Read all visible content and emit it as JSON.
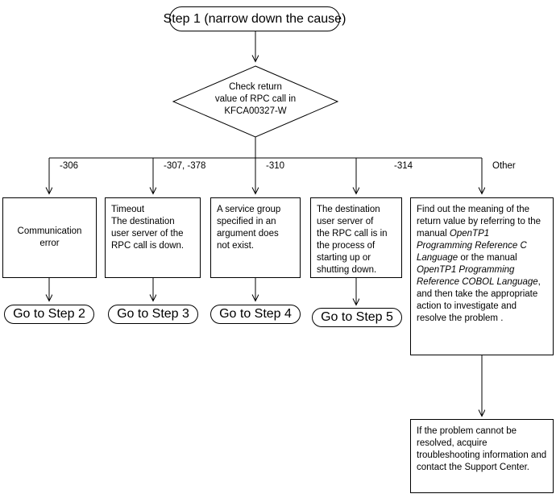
{
  "diagram": {
    "title": "Step 1 (narrow down the cause)",
    "type": "flowchart"
  },
  "start": {
    "label": "Step 1 (narrow down the cause)"
  },
  "decision": {
    "line1": "Check return",
    "line2": "value of RPC call in",
    "line3": "KFCA00327-W"
  },
  "branches": [
    {
      "label": "-306"
    },
    {
      "label": "-307, -378"
    },
    {
      "label": "-310"
    },
    {
      "label": "-314"
    },
    {
      "label": "Other"
    }
  ],
  "causes": [
    {
      "text": "Communication\nerror"
    },
    {
      "text": "Timeout\nThe destination\nuser server of the\nRPC call is down."
    },
    {
      "text": "A service group\nspecified in an\nargument does\nnot exist."
    },
    {
      "text": "The destination\nuser server of\nthe RPC call is in\nthe process of\nstarting up or\nshutting down."
    }
  ],
  "other_action": {
    "part1": "Find out the meaning of the return value by referring to the manual ",
    "manual1": "OpenTP1 Programming Reference C Language",
    "part2": " or the manual ",
    "manual2": "OpenTP1 Programming Reference COBOL Language",
    "part3": ", and then take the appropriate action to investigate and resolve the problem ."
  },
  "support": {
    "text": "If the problem cannot be resolved, acquire troubleshooting information and contact the Support Center."
  },
  "steps": [
    {
      "label": "Go to Step 2"
    },
    {
      "label": "Go to Step 3"
    },
    {
      "label": "Go to Step 4"
    },
    {
      "label": "Go to Step 5"
    }
  ],
  "colors": {
    "stroke": "#000000",
    "fill": "#ffffff",
    "text": "#000000"
  }
}
